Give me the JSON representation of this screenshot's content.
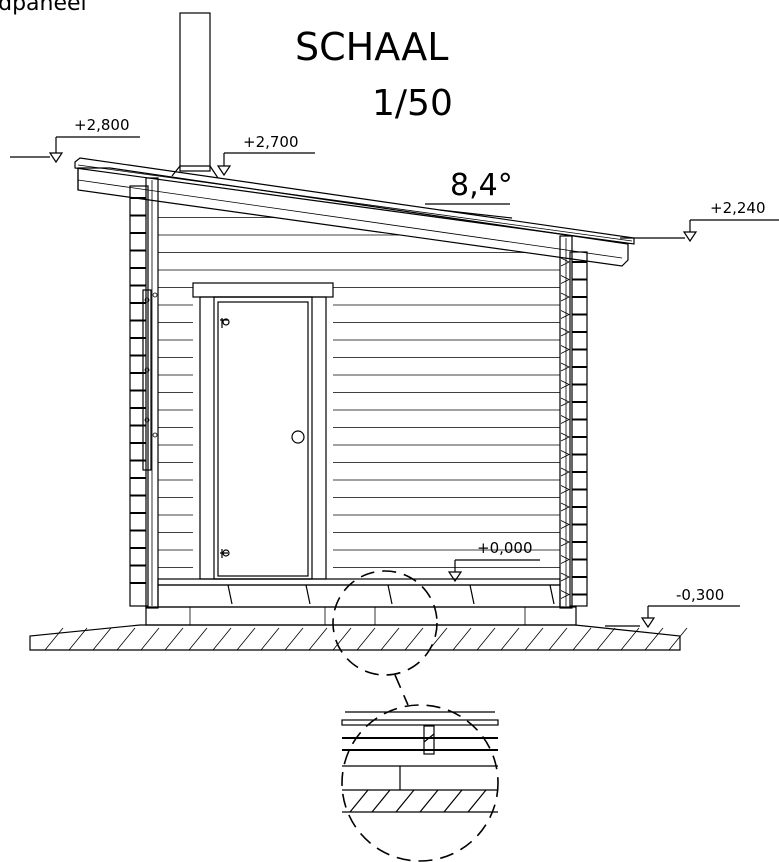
{
  "labels": {
    "top_left": "ldpaneel",
    "scale_title": "SCHAAL",
    "scale_value": "1/50",
    "roof_angle": "8,4°"
  },
  "levels": {
    "ridge": "+2,800",
    "chimney": "+2,700",
    "eave": "+2,240",
    "floor": "+0,000",
    "ground": "-0,300"
  }
}
